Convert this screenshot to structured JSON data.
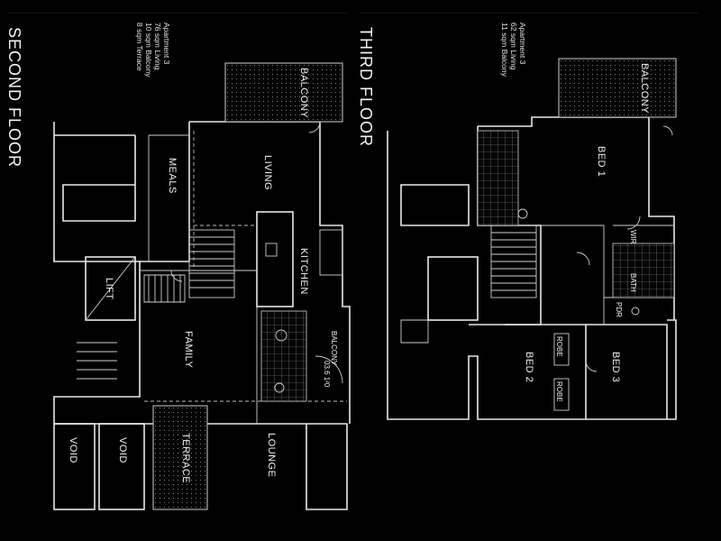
{
  "second_floor": {
    "title": "SECOND FLOOR",
    "info": [
      "Apartment 3",
      "76 sqm Living",
      "10 sqm Balcony",
      "8 sqm Terrace"
    ],
    "rooms": {
      "balcony_top": "BALCONY",
      "living": "LIVING",
      "meals": "MEALS",
      "kitchen": "KITCHEN",
      "lift": "LIFT",
      "family": "FAMILY",
      "balcony_small": "BALCONY",
      "balcony_note": "03.6 1²0",
      "lounge": "LOUNGE",
      "terrace": "TERRACE",
      "void_1": "VOID",
      "void_2": "VOID"
    }
  },
  "third_floor": {
    "title": "THIRD FLOOR",
    "info": [
      "Apartment 3",
      "62 sqm Living",
      "11 sqm Balcony"
    ],
    "rooms": {
      "balcony": "BALCONY",
      "bed_1": "BED 1",
      "wir": "WIR",
      "bath": "BATH",
      "pdr": "PDR",
      "bed_2": "BED 2",
      "bed_3": "BED 3",
      "robe_1": "ROBE",
      "robe_2": "ROBE"
    }
  }
}
